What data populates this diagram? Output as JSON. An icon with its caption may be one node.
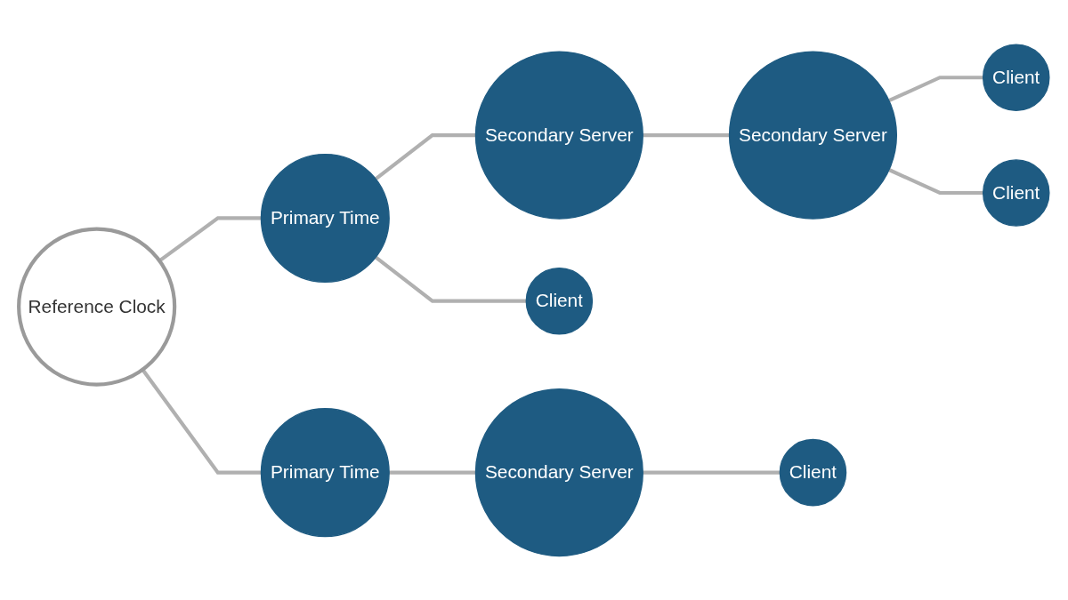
{
  "diagram": {
    "nodes": [
      {
        "text": [
          "Reference Clock"
        ]
      },
      {
        "text": [
          "Primary Time"
        ]
      },
      {
        "text": [
          "Secondary Server"
        ]
      },
      {
        "text": [
          "Secondary Server"
        ]
      },
      {
        "text": [
          "Client"
        ]
      },
      {
        "text": [
          "Client"
        ]
      },
      {
        "text": [
          "Client"
        ]
      },
      {
        "text": [
          "Primary Time"
        ]
      },
      {
        "text": [
          "Secondary Server"
        ]
      },
      {
        "text": [
          "Client"
        ]
      }
    ],
    "edges": [
      {
        "from": 0,
        "to": 1,
        "arrow": "none"
      },
      {
        "from": 1,
        "to": 2,
        "arrow": "none"
      },
      {
        "from": 2,
        "to": 3,
        "arrow": "none"
      },
      {
        "from": 3,
        "to": 4,
        "arrow": "none"
      },
      {
        "from": 1,
        "to": 5,
        "arrow": "none"
      },
      {
        "from": 3,
        "to": 6,
        "arrow": "none"
      },
      {
        "from": 0,
        "to": 7,
        "arrow": "none"
      },
      {
        "from": 7,
        "to": 8,
        "arrow": "none"
      },
      {
        "from": 8,
        "to": 9,
        "arrow": "none"
      }
    ]
  }
}
